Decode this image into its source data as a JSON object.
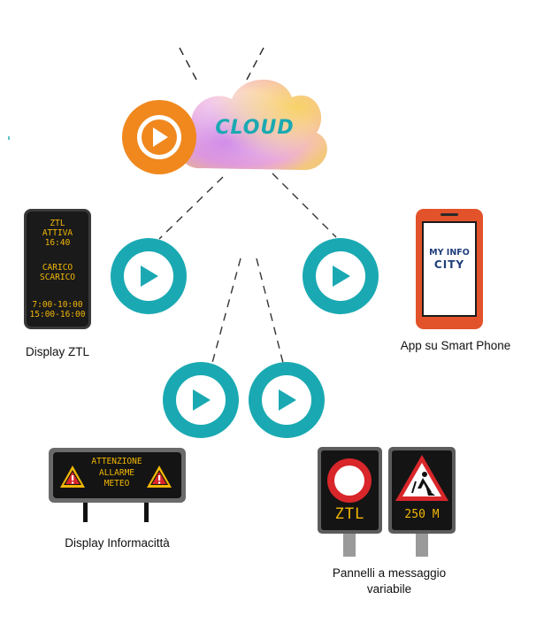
{
  "cloud": {
    "label": "CLOUD"
  },
  "ztl_display": {
    "lines_top": [
      "ZTL",
      "ATTIVA",
      "16:40"
    ],
    "lines_mid": [
      "CARICO",
      "SCARICO"
    ],
    "lines_bottom": [
      "7:00-10:00",
      "15:00-16:00"
    ],
    "caption": "Display ZTL"
  },
  "phone": {
    "logo_top": "MY INFO",
    "logo_bottom": "CITY",
    "caption": "App su Smart Phone"
  },
  "info_display": {
    "lines": [
      "ATTENZIONE",
      "ALLARME",
      "METEO"
    ],
    "caption": "Display Informacittà"
  },
  "vms": {
    "sign1_text": "ZTL",
    "sign2_text": "250 M",
    "caption_line1": "Pannelli a messaggio",
    "caption_line2": "variabile"
  },
  "colors": {
    "teal": "#1aa9b2",
    "orange": "#f0881e",
    "amber": "#f2b705",
    "red": "#d8262a",
    "phone_red": "#e2532b"
  }
}
